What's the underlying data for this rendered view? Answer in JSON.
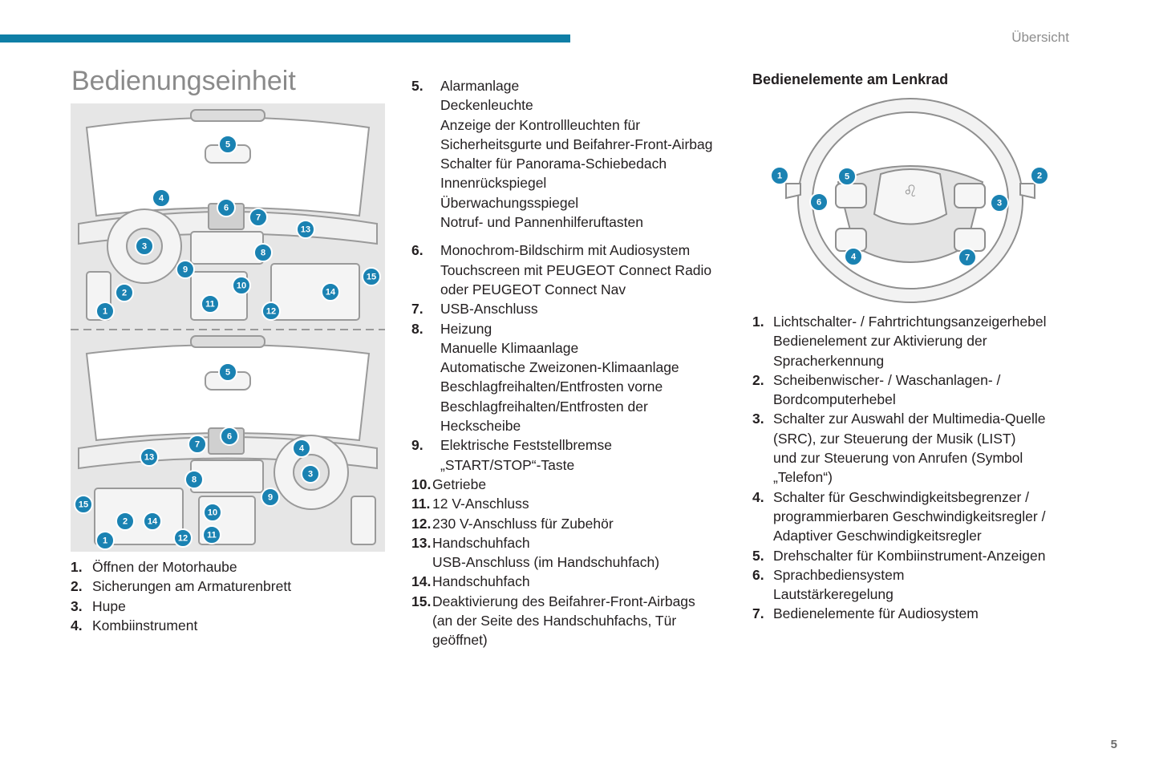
{
  "header": {
    "section": "Übersicht"
  },
  "page": {
    "title": "Bedienungseinheit",
    "number": "5"
  },
  "steering_heading": "Bedienelemente am Lenkrad",
  "figure_interior": {
    "top_callouts": [
      "5",
      "4",
      "6",
      "7",
      "13",
      "3",
      "8",
      "9",
      "10",
      "15",
      "2",
      "14",
      "1",
      "11",
      "12"
    ],
    "bottom_callouts": [
      "5",
      "6",
      "7",
      "4",
      "13",
      "3",
      "8",
      "9",
      "15",
      "2",
      "14",
      "10",
      "1",
      "12",
      "11"
    ]
  },
  "figure_wheel": {
    "callouts": [
      "1",
      "5",
      "2",
      "6",
      "3",
      "4",
      "7"
    ]
  },
  "list_interior_a": [
    {
      "num": "1.",
      "text": "Öffnen der Motorhaube"
    },
    {
      "num": "2.",
      "text": "Sicherungen am Armaturenbrett"
    },
    {
      "num": "3.",
      "text": "Hupe"
    },
    {
      "num": "4.",
      "text": "Kombiinstrument"
    }
  ],
  "list_interior_b": [
    {
      "num": "5.",
      "text": "Alarmanlage\nDeckenleuchte\nAnzeige der Kontrollleuchten für\nSicherheitsgurte und Beifahrer-Front-Airbag\nSchalter für Panorama-Schiebedach\nInnenrückspiegel\nÜberwachungsspiegel\nNotruf- und Pannenhilferuftasten"
    },
    {
      "num": "6.",
      "text": "Monochrom-Bildschirm mit Audiosystem\nTouchscreen mit PEUGEOT Connect Radio\noder PEUGEOT Connect Nav"
    },
    {
      "num": "7.",
      "text": "USB-Anschluss"
    },
    {
      "num": "8.",
      "text": "Heizung\nManuelle Klimaanlage\nAutomatische Zweizonen-Klimaanlage\nBeschlagfreihalten/Entfrosten vorne\nBeschlagfreihalten/Entfrosten der\nHeckscheibe"
    },
    {
      "num": "9.",
      "text": "Elektrische Feststellbremse\n„START/STOP“-Taste"
    },
    {
      "num": "10.",
      "text": "Getriebe"
    },
    {
      "num": "11.",
      "text": "12 V-Anschluss"
    },
    {
      "num": "12.",
      "text": "230 V-Anschluss für Zubehör"
    },
    {
      "num": "13.",
      "text": "Handschuhfach\nUSB-Anschluss (im Handschuhfach)"
    },
    {
      "num": "14.",
      "text": "Handschuhfach"
    },
    {
      "num": "15.",
      "text": "Deaktivierung des Beifahrer-Front-Airbags\n(an der Seite des Handschuhfachs, Tür\ngeöffnet)"
    }
  ],
  "list_steering": [
    {
      "num": "1.",
      "text": "Lichtschalter- / Fahrtrichtungsanzeigerhebel\nBedienelement zur Aktivierung der\nSpracherkennung"
    },
    {
      "num": "2.",
      "text": "Scheibenwischer- / Waschanlagen- /\nBordcomputerhebel"
    },
    {
      "num": "3.",
      "text": "Schalter zur Auswahl der Multimedia-Quelle\n(SRC), zur Steuerung der Musik (LIST)\nund zur Steuerung von Anrufen (Symbol\n„Telefon“)"
    },
    {
      "num": "4.",
      "text": "Schalter für Geschwindigkeitsbegrenzer /\nprogrammierbaren Geschwindigkeitsregler /\nAdaptiver Geschwindigkeitsregler"
    },
    {
      "num": "5.",
      "text": "Drehschalter für Kombiinstrument-Anzeigen"
    },
    {
      "num": "6.",
      "text": "Sprachbediensystem\nLautstärkeregelung"
    },
    {
      "num": "7.",
      "text": "Bedienelemente für Audiosystem"
    }
  ]
}
